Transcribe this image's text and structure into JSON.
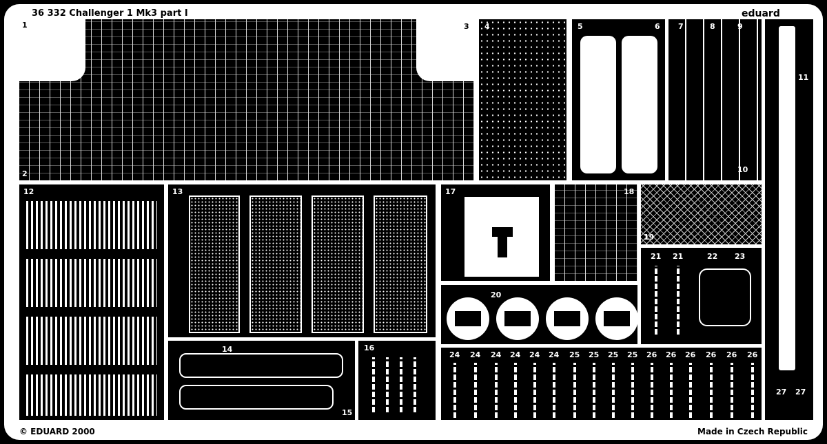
{
  "header": {
    "title": "36 332 Challenger 1 Mk3 part I",
    "brand": "eduard"
  },
  "footer": {
    "copyright": "© EDUARD 2000",
    "origin": "Made in Czech Republic"
  },
  "part_numbers": {
    "p1": "1",
    "p2": "2",
    "p3": "3",
    "p4": "4",
    "p5": "5",
    "p6": "6",
    "p7": "7",
    "p8": "8",
    "p9": "9",
    "p10": "10",
    "p11": "11",
    "p12": "12",
    "p13": "13",
    "p14": "14",
    "p15": "15",
    "p16": "16",
    "p17": "17",
    "p18": "18",
    "p19": "19",
    "p20": "20",
    "p21a": "21",
    "p21b": "21",
    "p22": "22",
    "p23": "23",
    "p24": [
      "24",
      "24",
      "24",
      "24",
      "24",
      "24"
    ],
    "p25": [
      "25",
      "25",
      "25",
      "25"
    ],
    "p26": [
      "26",
      "26",
      "26",
      "26",
      "26",
      "26"
    ],
    "p27a": "27",
    "p27b": "27"
  },
  "colors": {
    "metal": "#ffffff",
    "background": "#000000"
  }
}
